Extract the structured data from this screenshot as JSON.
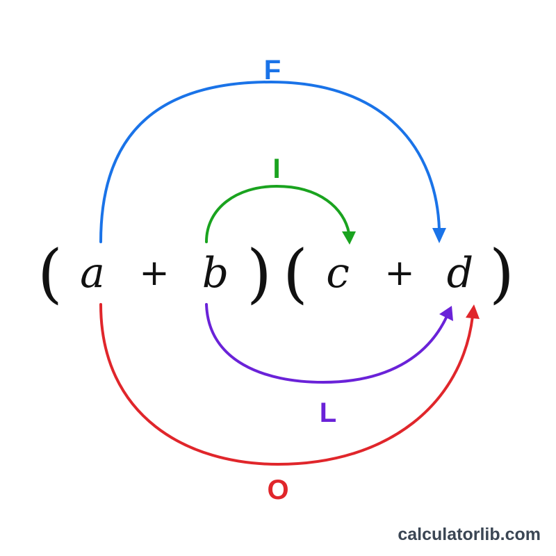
{
  "expression": {
    "open_paren_1": "(",
    "term_a": "a",
    "plus_1": "+",
    "term_b": "b",
    "close_paren_1": ")",
    "open_paren_2": "(",
    "term_c": "c",
    "plus_2": "+",
    "term_d": "d",
    "close_paren_2": ")"
  },
  "arcs": {
    "first": {
      "label": "F",
      "color": "#1a73e8"
    },
    "inner": {
      "label": "I",
      "color": "#1aa31f"
    },
    "last": {
      "label": "L",
      "color": "#6a22d8"
    },
    "outer": {
      "label": "O",
      "color": "#e0262b"
    }
  },
  "watermark": "calculatorlib.com"
}
